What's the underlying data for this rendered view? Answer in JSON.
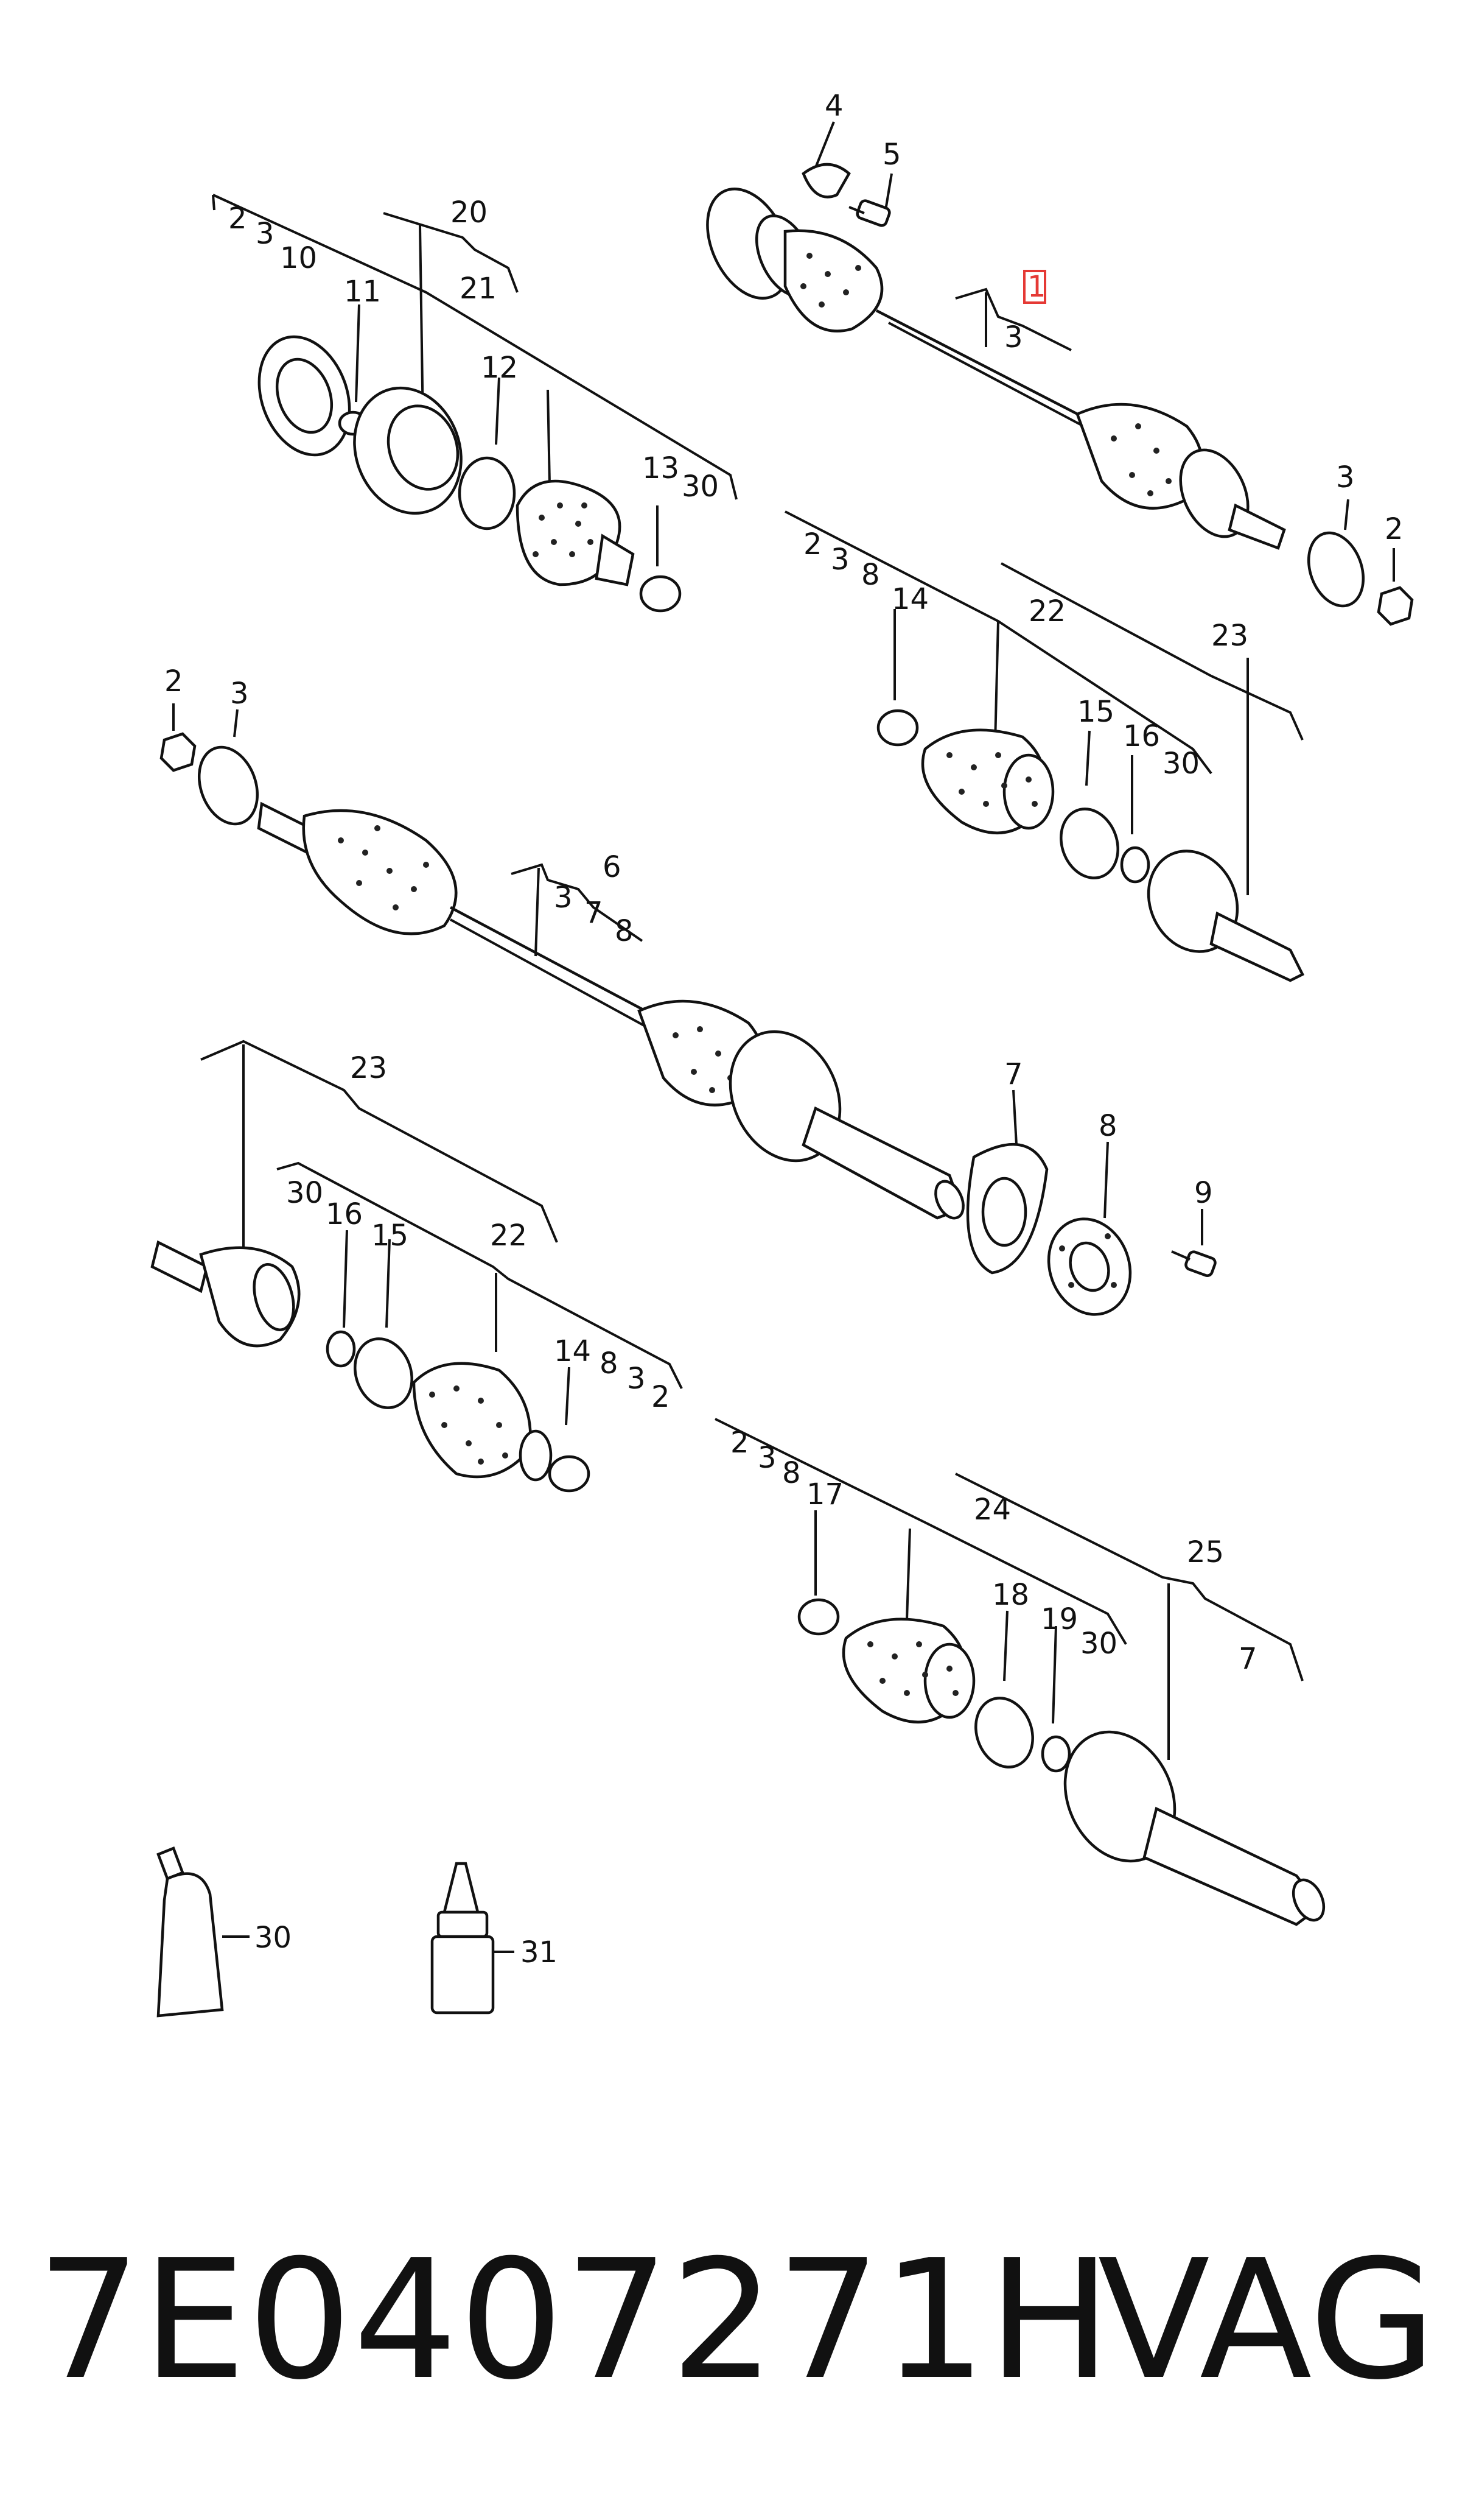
{
  "labels": {
    "l_2a": "2",
    "l_3a": "3",
    "l_10": "10",
    "l_11": "11",
    "l_20": "20",
    "l_21": "21",
    "l_12": "12",
    "l_13": "13",
    "l_30a": "30",
    "l_4": "4",
    "l_5": "5",
    "l_1": "1",
    "l_3b": "3",
    "l_3c": "3",
    "l_2b": "2",
    "l_2c": "2",
    "l_3d": "3",
    "l_8a": "8",
    "l_14a": "14",
    "l_22a": "22",
    "l_23a": "23",
    "l_15a": "15",
    "l_16a": "16",
    "l_30b": "30",
    "l_2d": "2",
    "l_3e": "3",
    "l_6": "6",
    "l_3f": "3",
    "l_7a": "7",
    "l_8b": "8",
    "l_7b": "7",
    "l_8c": "8",
    "l_9": "9",
    "l_23b": "23",
    "l_30c": "30",
    "l_16b": "16",
    "l_15b": "15",
    "l_22b": "22",
    "l_14b": "14",
    "l_8d": "8",
    "l_3g": "3",
    "l_2e": "2",
    "l_2f": "2",
    "l_3h": "3",
    "l_8e": "8",
    "l_17": "17",
    "l_24": "24",
    "l_25": "25",
    "l_18": "18",
    "l_19": "19",
    "l_30d": "30",
    "l_7c": "7",
    "l_30e": "30",
    "l_31": "31"
  },
  "highlighted_callout": "1",
  "highlight_color": "#e53935",
  "footer": {
    "part_number": "7E0407271H",
    "brand": "VAG"
  }
}
